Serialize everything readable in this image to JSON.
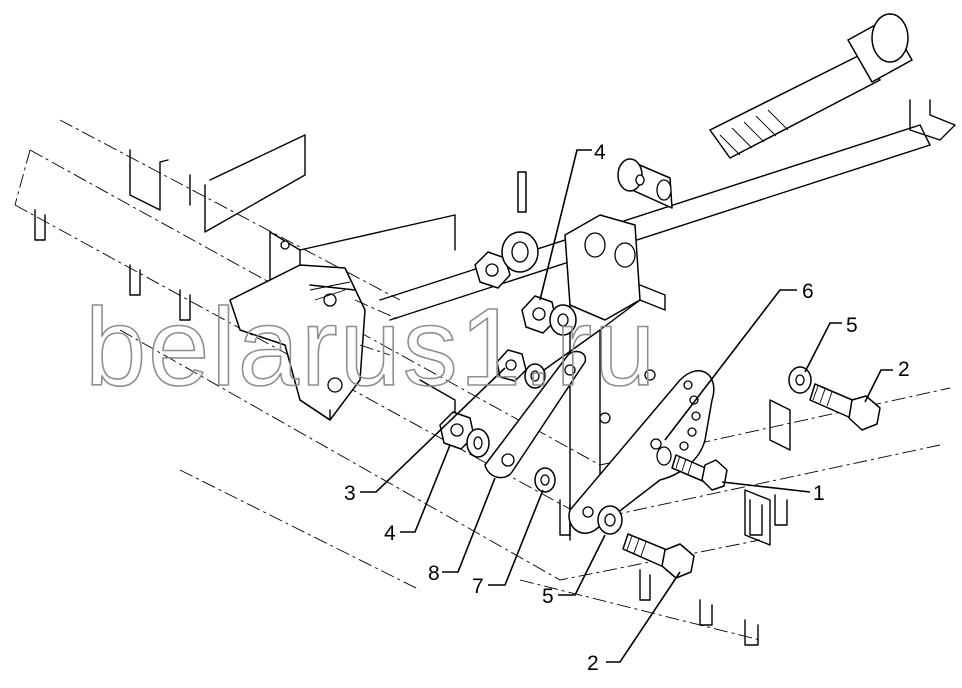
{
  "watermark": "belarus1.ru",
  "callouts": {
    "c1": "1",
    "c2a": "2",
    "c2b": "2",
    "c3": "3",
    "c4a": "4",
    "c4b": "4",
    "c5a": "5",
    "c5b": "5",
    "c6": "6",
    "c7": "7",
    "c8": "8"
  }
}
